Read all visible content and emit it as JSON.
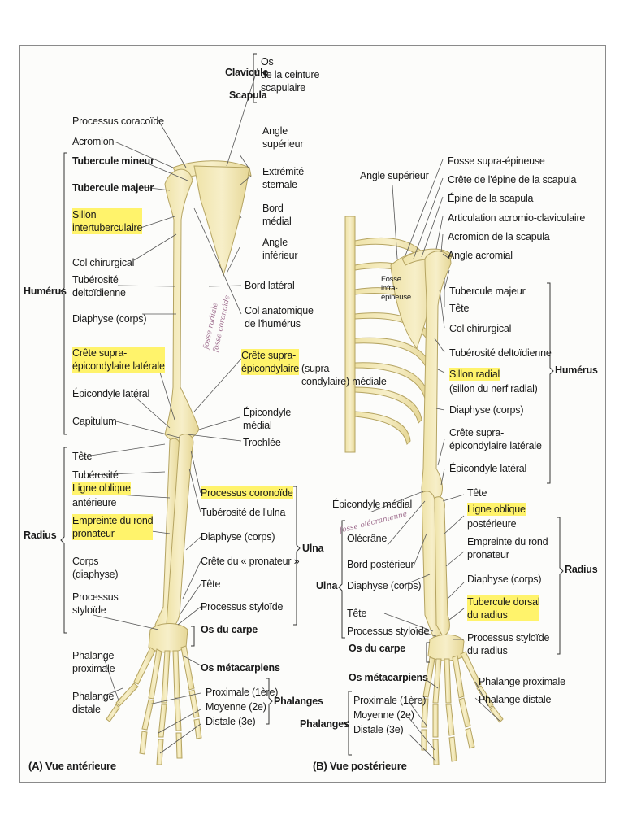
{
  "colors": {
    "bone": "#f1e7b5",
    "bone_stroke": "#b9a868",
    "highlight": "#fff36b",
    "leader": "#555555"
  },
  "labels": {
    "a_clavicule": [
      "Clavicule"
    ],
    "a_scapula": [
      "Scapula"
    ],
    "a_os_ceinture": [
      "Os",
      "de la ceinture",
      "scapulaire"
    ],
    "a_coracoide": [
      "Processus coracoïde"
    ],
    "a_acromion": [
      "Acromion"
    ],
    "a_tub_mineur": [
      "Tubercule mineur"
    ],
    "a_tub_majeur": [
      "Tubercule majeur"
    ],
    "a_sillon": [
      "Sillon",
      "intertuberculaire"
    ],
    "a_col_chir": [
      "Col chirurgical"
    ],
    "a_tuberosite_delt": [
      "Tubérosité",
      "deltoïdienne"
    ],
    "a_diaphyse": [
      "Diaphyse (corps)"
    ],
    "a_humerus": [
      "Humérus"
    ],
    "a_crete_lat": [
      "Crête supra-",
      "épicondylaire latérale"
    ],
    "a_epi_lat": [
      "Épicondyle latéral"
    ],
    "a_capitulum": [
      "Capitulum"
    ],
    "a_angle_sup": [
      "Angle",
      "supérieur"
    ],
    "a_extremite": [
      "Extrémité",
      "sternale"
    ],
    "a_bord_medial": [
      "Bord",
      "médial"
    ],
    "a_angle_inf": [
      "Angle",
      "inférieur"
    ],
    "a_bord_lat": [
      "Bord latéral"
    ],
    "a_col_anat": [
      "Col anatomique",
      "de l'humérus"
    ],
    "a_crete_med": [
      "Crête supra-",
      "épicondylaire"
    ],
    "a_crete_med_suite": [
      "(supra-",
      "condylaire) médiale"
    ],
    "a_epi_med": [
      "Épicondyle",
      "médial"
    ],
    "a_trochlee": [
      "Trochlée"
    ],
    "a_tete_r": [
      "Tête"
    ],
    "a_tuberosite_r": [
      "Tubérosité"
    ],
    "a_ligne_obl": [
      "Ligne oblique"
    ],
    "a_anterieure": [
      "antérieure"
    ],
    "a_empreinte": [
      "Empreinte du rond",
      "pronateur"
    ],
    "a_corps_diaph": [
      "Corps",
      "(diaphyse)"
    ],
    "a_proc_styl_r": [
      "Processus",
      "styloïde"
    ],
    "a_radius": [
      "Radius"
    ],
    "a_proc_coro": [
      "Processus coronoïde"
    ],
    "a_tub_ulna": [
      "Tubérosité de l'ulna"
    ],
    "a_diaph_u": [
      "Diaphyse (corps)"
    ],
    "a_crete_pron": [
      "Crête du « pronateur »"
    ],
    "a_tete_u": [
      "Tête"
    ],
    "a_proc_styl_u": [
      "Processus styloïde"
    ],
    "a_ulna": [
      "Ulna"
    ],
    "a_carpe": [
      "Os du carpe"
    ],
    "a_metacarp": [
      "Os métacarpiens"
    ],
    "a_phal_prox": [
      "Phalange",
      "proximale"
    ],
    "a_phal_dist": [
      "Phalange",
      "distale"
    ],
    "a_phalanges_list": [
      "Proximale (1ère)",
      "Moyenne (2e)",
      "Distale (3e)"
    ],
    "a_phalanges": [
      "Phalanges"
    ],
    "b_fosse_supra": [
      "Fosse supra-épineuse"
    ],
    "b_crete_epine": [
      "Crête de l'épine de la scapula"
    ],
    "b_epine": [
      "Épine de la scapula"
    ],
    "b_artic": [
      "Articulation acromio-claviculaire"
    ],
    "b_acromion": [
      "Acromion de la scapula"
    ],
    "b_angle_acr": [
      "Angle acromial"
    ],
    "b_angle_sup": [
      "Angle supérieur"
    ],
    "b_fosse_infra": [
      "Fosse",
      "infra-",
      "épineuse"
    ],
    "b_tub_majeur": [
      "Tubercule majeur"
    ],
    "b_tete": [
      "Tête"
    ],
    "b_col_chir": [
      "Col chirurgical"
    ],
    "b_tuberosite": [
      "Tubérosité deltoïdienne"
    ],
    "b_sillon_radial": [
      "Sillon radial"
    ],
    "b_sillon_nerf": [
      "(sillon du nerf radial)"
    ],
    "b_diaphyse": [
      "Diaphyse (corps)"
    ],
    "b_crete_sup": [
      "Crête supra-",
      "épicondylaire latérale"
    ],
    "b_epi_lat": [
      "Épicondyle latéral"
    ],
    "b_humerus": [
      "Humérus"
    ],
    "b_epi_med": [
      "Épicondyle médial"
    ],
    "b_olecrane": [
      "Olécrâne"
    ],
    "b_bord_post": [
      "Bord postérieur"
    ],
    "b_diaph_u": [
      "Diaphyse (corps)"
    ],
    "b_tete_u": [
      "Tête"
    ],
    "b_proc_styl_u": [
      "Processus styloïde"
    ],
    "b_ulna": [
      "Ulna"
    ],
    "b_tete_r": [
      "Tête"
    ],
    "b_ligne_obl": [
      "Ligne oblique"
    ],
    "b_posterieure": [
      "postérieure"
    ],
    "b_empreinte": [
      "Empreinte du rond",
      "pronateur"
    ],
    "b_diaph_r": [
      "Diaphyse (corps)"
    ],
    "b_tub_dorsal": [
      "Tubercule dorsal",
      "du radius"
    ],
    "b_proc_styl_r": [
      "Processus styloïde",
      "du radius"
    ],
    "b_radius": [
      "Radius"
    ],
    "b_carpe": [
      "Os du carpe"
    ],
    "b_metacarp": [
      "Os métacarpiens"
    ],
    "b_phal_prox": [
      "Phalange proximale"
    ],
    "b_phal_dist": [
      "Phalange distale"
    ],
    "b_phalanges_list": [
      "Proximale (1ère)",
      "Moyenne (2e)",
      "Distale (3e)"
    ],
    "b_phalanges": [
      "Phalanges"
    ]
  },
  "captions": {
    "a": "(A) Vue antérieure",
    "b": "(B) Vue postérieure"
  },
  "notes": {
    "n1": "fosse radiale",
    "n2": "fosse coronoïde",
    "n3": "fosse olécranienne"
  }
}
